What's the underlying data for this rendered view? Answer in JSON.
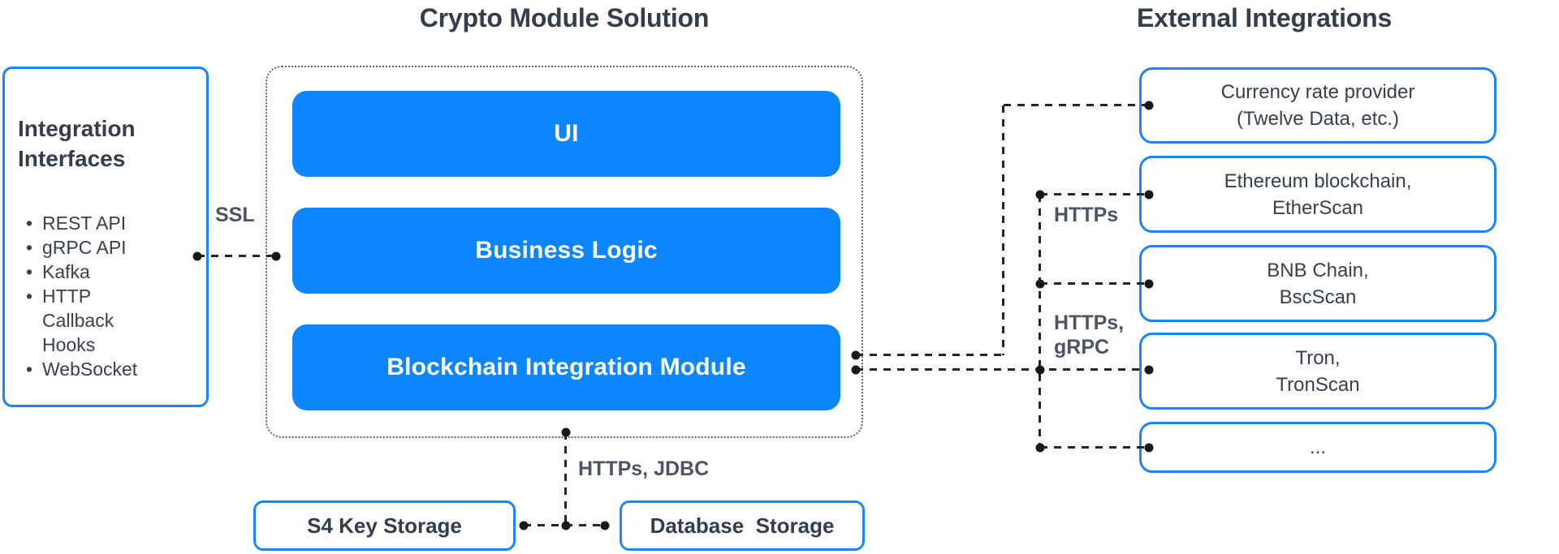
{
  "titles": {
    "solution": "Crypto Module Solution",
    "external": "External Integrations"
  },
  "bullet_char": "•",
  "integration_interfaces": {
    "title_line1": "Integration",
    "title_line2": "Interfaces",
    "items": [
      "REST API",
      "gRPC API",
      "Kafka",
      "HTTP Callback Hooks",
      "WebSocket"
    ]
  },
  "modules": [
    {
      "label": "UI"
    },
    {
      "label": "Business Logic"
    },
    {
      "label": "Blockchain Integration Module"
    }
  ],
  "external_boxes": [
    {
      "line1": "Currency rate provider",
      "line2": "(Twelve Data, etc.)"
    },
    {
      "line1": "Ethereum blockchain,",
      "line2": "EtherScan"
    },
    {
      "line1": "BNB Chain,",
      "line2": "BscScan"
    },
    {
      "line1": "Tron,",
      "line2": "TronScan"
    },
    {
      "line1": "...",
      "line2": ""
    }
  ],
  "storage_boxes": [
    {
      "label": "S4 Key Storage"
    },
    {
      "label": "Database  Storage"
    }
  ],
  "connector_labels": {
    "ssl": "SSL",
    "https": "HTTPs",
    "https_grpc_line1": "HTTPs,",
    "https_grpc_line2": "gRPC",
    "https_jdbc": "HTTPs, JDBC"
  },
  "colors": {
    "module_blue": "#0d85fc",
    "box_border_blue": "#1b86fb",
    "heading_slate": "#333e4c",
    "body_slate": "#36414e",
    "label_gray": "#4b5563",
    "connector_dark": "#23262c",
    "background": "#ffffff"
  }
}
